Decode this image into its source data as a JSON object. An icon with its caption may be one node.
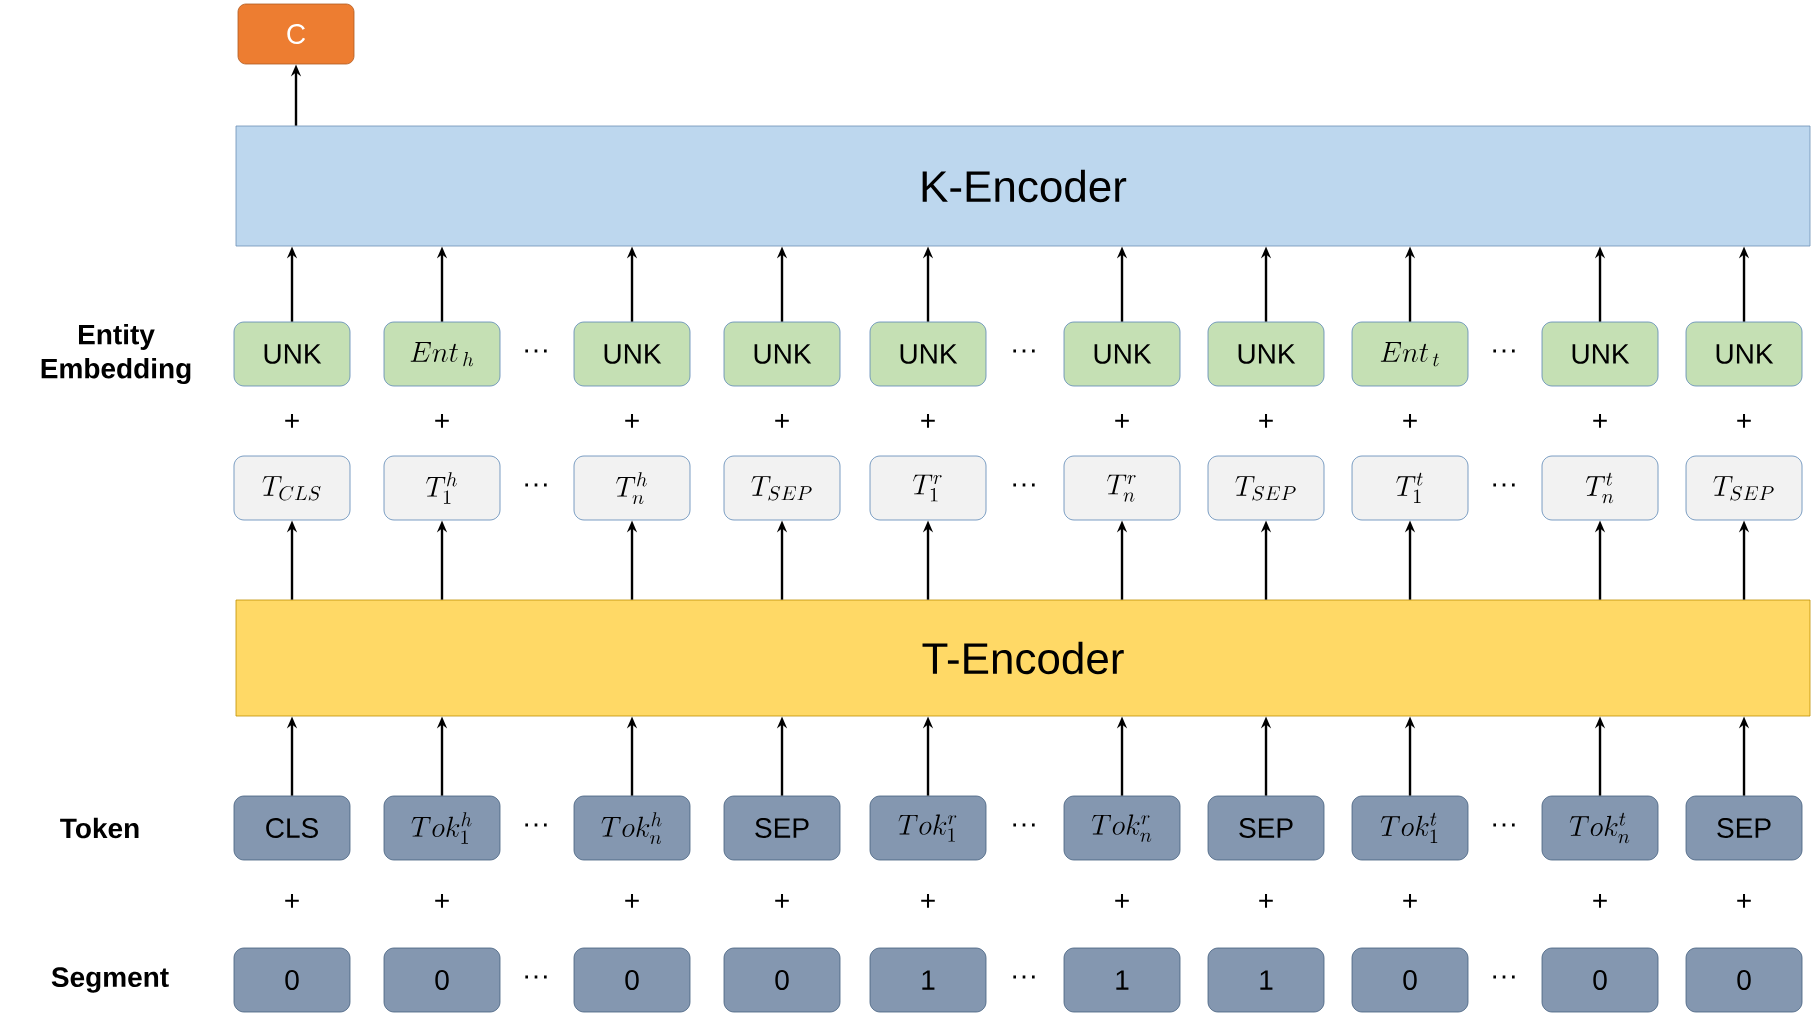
{
  "diagram": {
    "nodes": [
      {
        "text": [
          "C"
        ]
      },
      {
        "text": [
          "K-Encoder"
        ]
      },
      {
        "text": [
          "UNK"
        ]
      },
      {
        "text": [
          "Ent_{\\,h}"
        ]
      },
      {
        "text": [
          "UNK"
        ]
      },
      {
        "text": [
          "UNK"
        ]
      },
      {
        "text": [
          "UNK"
        ]
      },
      {
        "text": [
          "UNK"
        ]
      },
      {
        "text": [
          "UNK"
        ]
      },
      {
        "text": [
          "Ent_{\\,t}"
        ]
      },
      {
        "text": [
          "UNK"
        ]
      },
      {
        "text": [
          "UNK"
        ]
      },
      {
        "text": [
          "T_{CLS}"
        ]
      },
      {
        "text": [
          "T_1^h"
        ]
      },
      {
        "text": [
          "T_n^h"
        ]
      },
      {
        "text": [
          "T_{SEP}"
        ]
      },
      {
        "text": [
          "T_1^r"
        ]
      },
      {
        "text": [
          "T_n^r"
        ]
      },
      {
        "text": [
          "T_{SEP}"
        ]
      },
      {
        "text": [
          "T_1^t"
        ]
      },
      {
        "text": [
          "T_n^t"
        ]
      },
      {
        "text": [
          "T_{SEP}"
        ]
      },
      {
        "text": [
          "T-Encoder"
        ]
      },
      {
        "text": [
          "CLS"
        ]
      },
      {
        "text": [
          "Tok_1^h"
        ]
      },
      {
        "text": [
          "Tok_n^h"
        ]
      },
      {
        "text": [
          "SEP"
        ]
      },
      {
        "text": [
          "Tok_1^r"
        ]
      },
      {
        "text": [
          "Tok_n^r"
        ]
      },
      {
        "text": [
          "SEP"
        ]
      },
      {
        "text": [
          "Tok_1^t"
        ]
      },
      {
        "text": [
          "Tok_n^t"
        ]
      },
      {
        "text": [
          "SEP"
        ]
      },
      {
        "text": [
          "0"
        ]
      },
      {
        "text": [
          "0"
        ]
      },
      {
        "text": [
          "0"
        ]
      },
      {
        "text": [
          "0"
        ]
      },
      {
        "text": [
          "1"
        ]
      },
      {
        "text": [
          "1"
        ]
      },
      {
        "text": [
          "1"
        ]
      },
      {
        "text": [
          "0"
        ]
      },
      {
        "text": [
          "0"
        ]
      },
      {
        "text": [
          "0"
        ]
      }
    ],
    "edges": [
      {
        "from": 1,
        "to": 0,
        "arrow": "to"
      },
      {
        "from": 2,
        "to": 1,
        "arrow": "to"
      },
      {
        "from": 3,
        "to": 1,
        "arrow": "to"
      },
      {
        "from": 4,
        "to": 1,
        "arrow": "to"
      },
      {
        "from": 5,
        "to": 1,
        "arrow": "to"
      },
      {
        "from": 6,
        "to": 1,
        "arrow": "to"
      },
      {
        "from": 7,
        "to": 1,
        "arrow": "to"
      },
      {
        "from": 8,
        "to": 1,
        "arrow": "to"
      },
      {
        "from": 9,
        "to": 1,
        "arrow": "to"
      },
      {
        "from": 10,
        "to": 1,
        "arrow": "to"
      },
      {
        "from": 11,
        "to": 1,
        "arrow": "to"
      },
      {
        "from": 22,
        "to": 12,
        "arrow": "to"
      },
      {
        "from": 22,
        "to": 13,
        "arrow": "to"
      },
      {
        "from": 22,
        "to": 14,
        "arrow": "to"
      },
      {
        "from": 22,
        "to": 15,
        "arrow": "to"
      },
      {
        "from": 22,
        "to": 16,
        "arrow": "to"
      },
      {
        "from": 22,
        "to": 17,
        "arrow": "to"
      },
      {
        "from": 22,
        "to": 18,
        "arrow": "to"
      },
      {
        "from": 22,
        "to": 19,
        "arrow": "to"
      },
      {
        "from": 22,
        "to": 20,
        "arrow": "to"
      },
      {
        "from": 22,
        "to": 21,
        "arrow": "to"
      },
      {
        "from": 23,
        "to": 22,
        "arrow": "to"
      },
      {
        "from": 24,
        "to": 22,
        "arrow": "to"
      },
      {
        "from": 25,
        "to": 22,
        "arrow": "to"
      },
      {
        "from": 26,
        "to": 22,
        "arrow": "to"
      },
      {
        "from": 27,
        "to": 22,
        "arrow": "to"
      },
      {
        "from": 28,
        "to": 22,
        "arrow": "to"
      },
      {
        "from": 29,
        "to": 22,
        "arrow": "to"
      },
      {
        "from": 30,
        "to": 22,
        "arrow": "to"
      },
      {
        "from": 31,
        "to": 22,
        "arrow": "to"
      },
      {
        "from": 32,
        "to": 22,
        "arrow": "to"
      }
    ],
    "labels": [
      "Entity Embedding",
      "···",
      "···",
      "···",
      "+",
      "+",
      "+",
      "+",
      "+",
      "+",
      "+",
      "+",
      "+",
      "+",
      "···",
      "···",
      "···",
      "Token",
      "···",
      "···",
      "···",
      "+",
      "+",
      "+",
      "+",
      "+",
      "+",
      "+",
      "+",
      "+",
      "+",
      "Segment",
      "···",
      "···",
      "···"
    ]
  }
}
